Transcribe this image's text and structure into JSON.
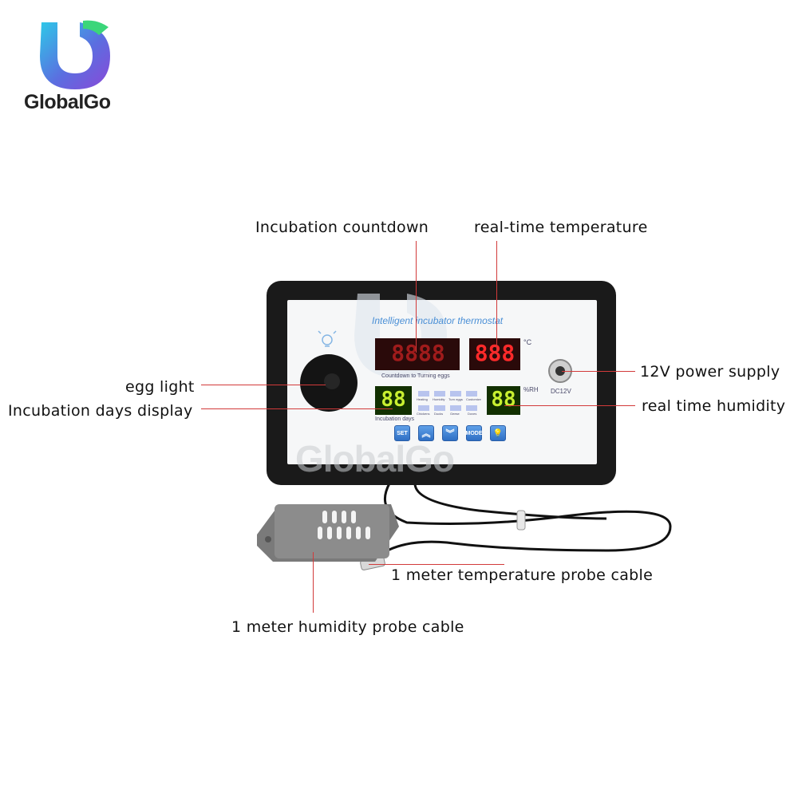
{
  "brand": {
    "name": "GlobalGo",
    "watermark": "GlobalGo",
    "logo_colors": [
      "#2ec8e8",
      "#7a4fd8",
      "#3bd67a"
    ]
  },
  "device": {
    "panel_title": "Intelligent incubator thermostat",
    "countdown_caption": "Countdown to Turning eggs",
    "days_caption": "Incubation days",
    "unit_celsius": "°C",
    "unit_rh": "%RH",
    "power_jack_label": "DC12V",
    "mode_top": [
      "Heating",
      "Humidity",
      "Turn eggs",
      "Customize"
    ],
    "mode_bottom": [
      "Chickens",
      "Ducks",
      "Geese",
      "Doves"
    ],
    "buttons": [
      "SET",
      "︽",
      "︾",
      "MODE",
      "💡"
    ],
    "accent_red": "#d23a3a",
    "led_red": "#ff2a2a",
    "led_green": "#c8f030"
  },
  "labels": {
    "incubation_countdown": "Incubation countdown",
    "real_time_temperature": "real-time temperature",
    "egg_light": "egg light",
    "incubation_days_display": "Incubation days display",
    "power_supply": "12V power supply",
    "real_time_humidity": "real time humidity",
    "temp_probe": "1 meter temperature probe cable",
    "humidity_probe": "1 meter humidity probe cable"
  }
}
